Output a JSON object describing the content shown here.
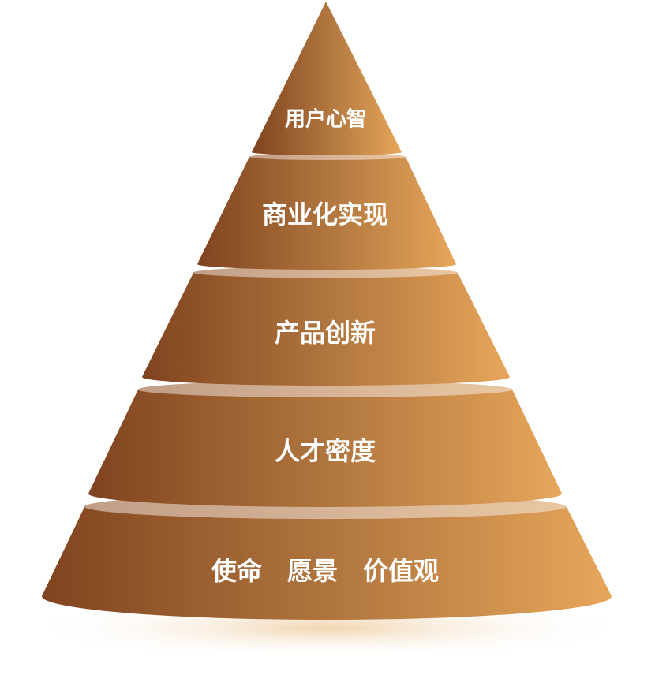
{
  "pyramid": {
    "levels": [
      {
        "label": "用户心智"
      },
      {
        "label": "商业化实现"
      },
      {
        "label": "产品创新"
      },
      {
        "label": "人才密度"
      },
      {
        "label": "使命　愿景　价值观"
      }
    ]
  },
  "colors": {
    "dark": "#80431f",
    "light": "#e7a65a",
    "top_ellipse": "#c4844a",
    "shadow": "#f3dcc0",
    "text": "#ffffff"
  }
}
